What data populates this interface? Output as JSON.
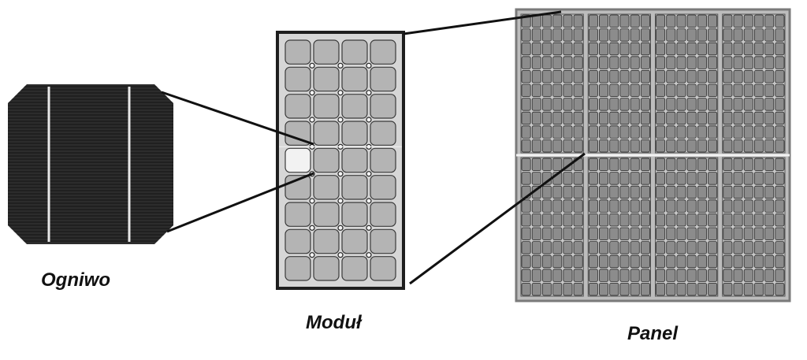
{
  "labels": {
    "cell": "Ogniwo",
    "module": "Moduł",
    "panel": "Panel"
  },
  "structure": {
    "module_columns": 4,
    "module_rows": 9,
    "panel_module_columns": 4,
    "panel_module_rows": 2
  },
  "colors": {
    "cell_dark": "#2c2c2c",
    "cell_line": "#1a1a1a",
    "busbar": "#e8e8e8",
    "module_frame": "#1e1e1e",
    "module_bg": "#d6d6d6",
    "module_cell": "#b4b4b4",
    "highlight_cell": "#f2f2f2",
    "panel_frame": "#7a7a7a",
    "panel_bg": "#bdbdbd",
    "panel_cell": "#8c8c8c",
    "connector": "#111111"
  }
}
